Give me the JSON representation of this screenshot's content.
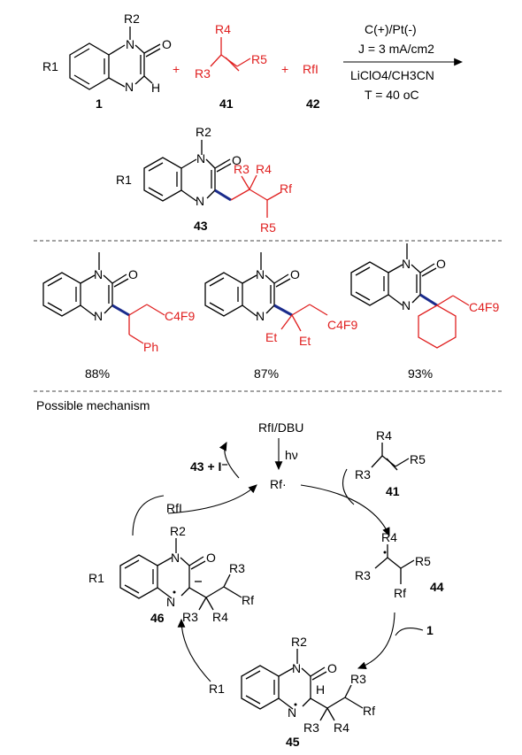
{
  "reaction": {
    "conditions_top": [
      "C(+)/Pt(-)",
      "J = 3 mA/cm2"
    ],
    "conditions_bottom": [
      "LiClO4/CH3CN",
      "T = 40 oC"
    ],
    "plus": "+",
    "reagent_rfi": "RfI",
    "labels": {
      "c1": "1",
      "c41": "41",
      "c42": "42",
      "c43": "43"
    }
  },
  "atoms": {
    "R1": "R1",
    "R2": "R2",
    "R3": "R3",
    "R4": "R4",
    "R5": "R5",
    "Rf": "Rf",
    "N": "N",
    "O": "O",
    "H": "H",
    "Et": "Et",
    "Ph": "Ph",
    "C4F9": "C4F9"
  },
  "examples": [
    {
      "yield": "88%"
    },
    {
      "yield": "87%"
    },
    {
      "yield": "93%"
    }
  ],
  "mechanism": {
    "title": "Possible mechanism",
    "initiator": "RfI/DBU",
    "light": "hν",
    "radical": "Rf·",
    "product_out": "43 + I⁻",
    "rfi": "RfI",
    "substrate_1": "1",
    "labels": {
      "c41": "41",
      "c44": "44",
      "c45": "45",
      "c46": "46"
    }
  }
}
